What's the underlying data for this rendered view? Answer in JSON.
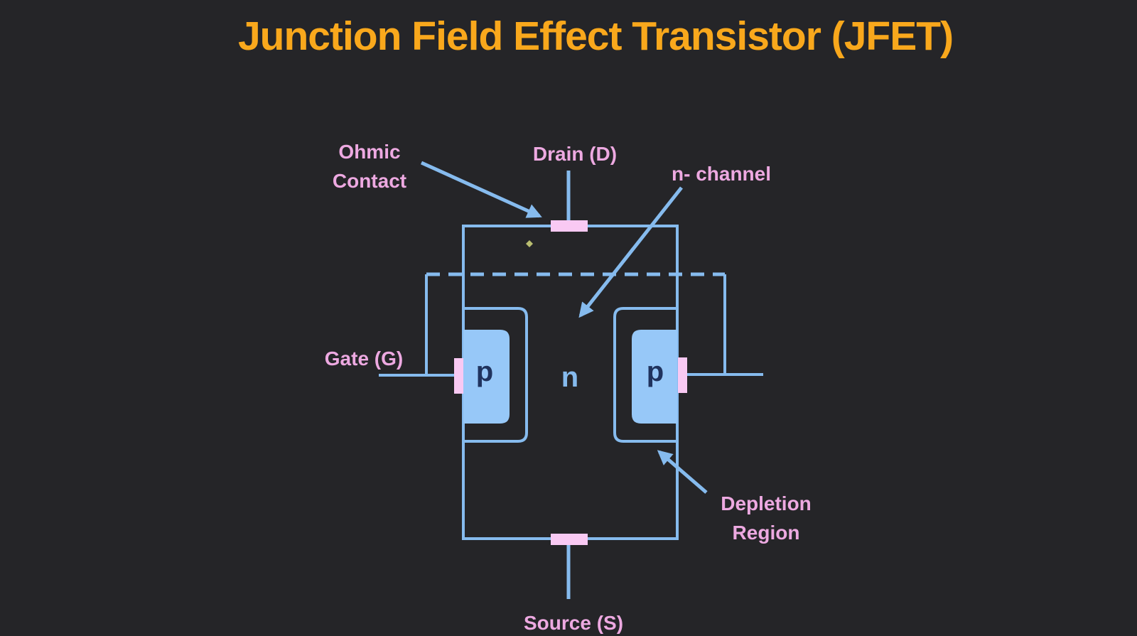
{
  "title": "Junction Field Effect Transistor (JFET)",
  "labels": {
    "ohmic_contact": {
      "line1": "Ohmic",
      "line2": "Contact"
    },
    "drain": "Drain (D)",
    "n_channel": "n- channel",
    "gate": "Gate (G)",
    "depletion_region": {
      "line1": "Depletion",
      "line2": "Region"
    },
    "source": "Source (S)"
  },
  "regions": {
    "p_left": "p",
    "p_right": "p",
    "n_channel_letter": "n"
  },
  "colors": {
    "background": "#252528",
    "title_text": "#F9A81C",
    "label_text": "#EDA9E1",
    "diagram_lines": "#86BBEE",
    "p_region_fill": "#97C8F8",
    "p_letter_text": "#20335E",
    "ohmic_contact_fill": "#F9C9F3",
    "cursor_dot": "#B9BD70"
  }
}
